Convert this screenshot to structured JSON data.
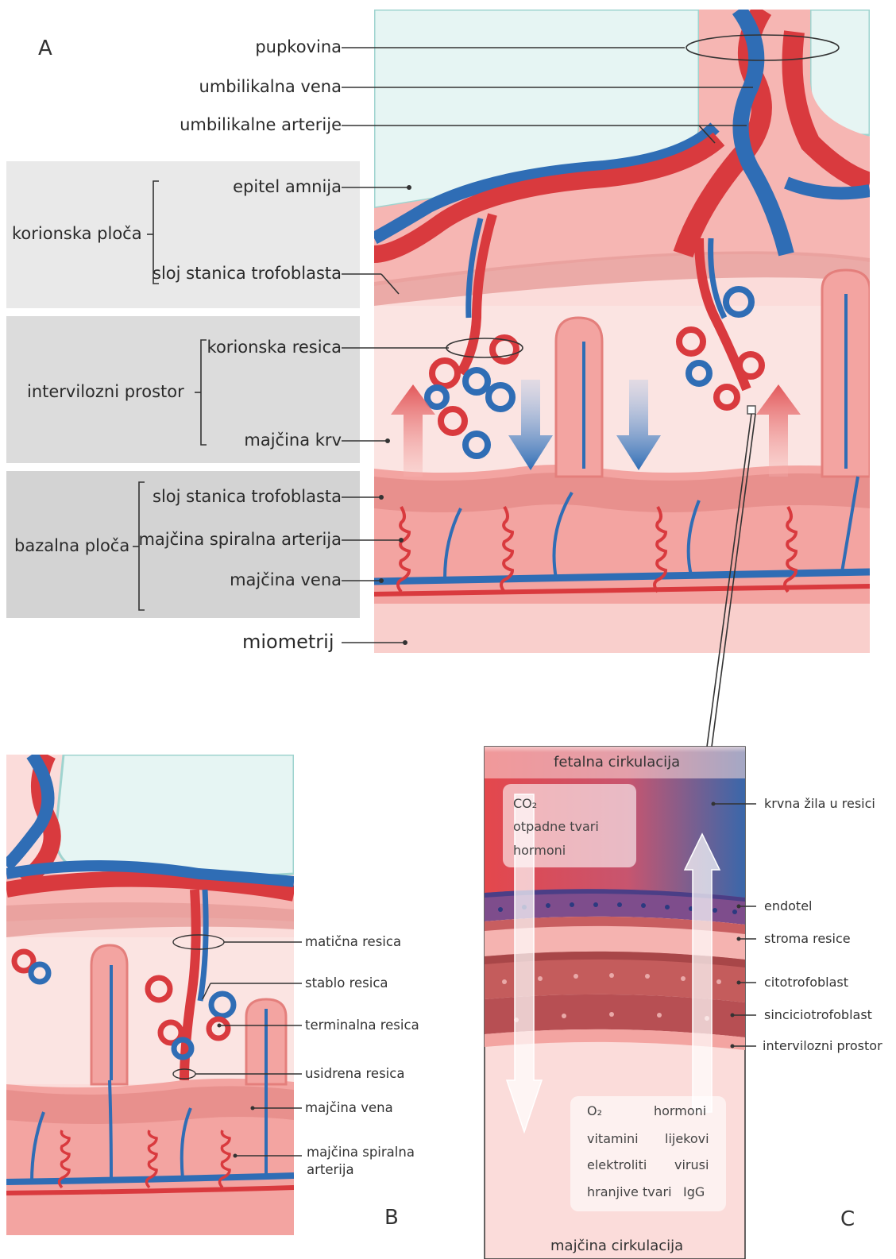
{
  "panel_A": {
    "letter": "A",
    "labels": {
      "pupkovina": "pupkovina",
      "umbilikalna_vena": "umbilikalna vena",
      "umbilikalne_arterije": "umbilikalne arterije",
      "epitel_amnija": "epitel amnija",
      "sloj_stanica_trofoblasta_1": "sloj stanica trofoblasta",
      "korionska_resica": "korionska resica",
      "majcina_krv": "majčina krv",
      "sloj_stanica_trofoblasta_2": "sloj stanica trofoblasta",
      "majcina_spiralna_arterija": "majčina spiralna arterija",
      "majcina_vena": "majčina vena",
      "miometrij": "miometrij"
    },
    "groups": {
      "korionska_ploca": "korionska ploča",
      "intervilozni_prostor": "intervilozni prostor",
      "bazalna_ploca": "bazalna ploča"
    }
  },
  "panel_B": {
    "letter": "B",
    "labels": {
      "maticna_resica": "matična resica",
      "stablo_resica": "stablo resica",
      "terminalna_resica": "terminalna resica",
      "usidrena_resica": "usidrena resica",
      "majcina_vena": "majčina vena",
      "majcina_spiralna_arterija_1": "majčina spiralna",
      "majcina_spiralna_arterija_2": "arterija"
    }
  },
  "panel_C": {
    "letter": "C",
    "top_title": "fetalna cirkulacija",
    "bottom_title": "majčina cirkulacija",
    "fetal_box": {
      "line1": "CO₂",
      "line2": "otpadne tvari",
      "line3": "hormoni"
    },
    "maternal_box": {
      "row1": [
        "O₂",
        "hormoni"
      ],
      "row2": [
        "vitamini",
        "lijekovi"
      ],
      "row3": [
        "elektroliti",
        "virusi"
      ],
      "row4": [
        "hranjive tvari",
        "IgG"
      ]
    },
    "labels": {
      "krvna_zila": "krvna žila u resici",
      "endotel": "endotel",
      "stroma": "stroma resice",
      "citotrofoblast": "citotrofoblast",
      "sinciciotrofoblast": "sinciciotrofoblast",
      "intervilozni": "intervilozni prostor"
    }
  },
  "colors": {
    "artery_red": "#d93a3e",
    "vein_blue": "#2f6db5",
    "tissue_pink": "#f3a7a4",
    "light_pink": "#fbd9d7",
    "amnion_cyan": "#e2f3f1",
    "label_gray": "#2a2a2a"
  }
}
